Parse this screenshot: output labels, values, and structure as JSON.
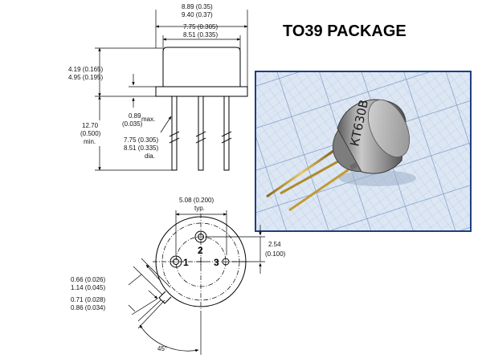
{
  "title": "TO39 PACKAGE",
  "side_view": {
    "body_width_min": "8.89 (0.35)",
    "body_width_max": "9.40 (0.37)",
    "cap_width_min": "7.75 (0.305)",
    "cap_width_max": "8.51 (0.335)",
    "height_min": "4.19 (0.165)",
    "height_max": "4.95 (0.195)",
    "flange_value": "0.89",
    "flange_max": "max.",
    "flange_inch": "(0.035)",
    "lead_length_value": "12.70",
    "lead_length_inch": "(0.500)",
    "lead_length_min": "min.",
    "pin_circle_min": "7.75 (0.305)",
    "pin_circle_max": "8.51 (0.335)",
    "pin_circle_dia": "dia."
  },
  "bottom_view": {
    "pin_spacing": "5.08 (0.200)",
    "pin_spacing_typ": "typ.",
    "offset_value": "2.54",
    "offset_inch": "(0.100)",
    "tab_width_min": "0.66 (0.026)",
    "tab_width_max": "1.14 (0.045)",
    "tab_length_min": "0.71 (0.028)",
    "tab_length_max": "0.86 (0.034)",
    "angle": "45°",
    "pin_labels": [
      "1",
      "2",
      "3"
    ]
  },
  "photo": {
    "part_marking": "КТ630В",
    "colors": {
      "grid_background": "#dde7f3",
      "grid_line": "#7a98c8",
      "frame": "#1f3e7d",
      "metal": "#9a9a9a"
    }
  }
}
